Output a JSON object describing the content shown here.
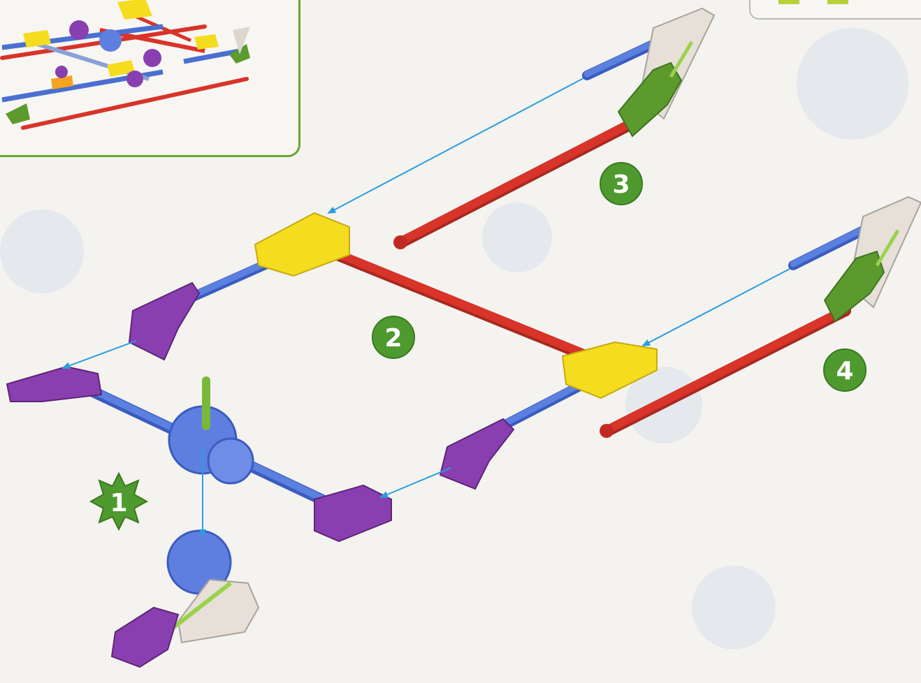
{
  "steps": [
    {
      "id": "step-1",
      "label": "1",
      "shape": "star"
    },
    {
      "id": "step-2",
      "label": "2",
      "shape": "circle"
    },
    {
      "id": "step-3",
      "label": "3",
      "shape": "circle"
    },
    {
      "id": "step-4",
      "label": "4",
      "shape": "circle"
    }
  ],
  "colors": {
    "background": "#f4f3ef",
    "badge_green": "#4f9a2e",
    "rod_red": "#d8342a",
    "rod_blue": "#4a6fd0",
    "connector_yellow": "#f5dc1e",
    "connector_purple": "#8a3fb0",
    "connector_green": "#5c9a2e",
    "connector_lightblue": "#5f7fe0",
    "connector_clear": "#dcd6cf",
    "arrow": "#2a9ce0",
    "inset_border": "#6aa534"
  },
  "parts": [
    "red-rod",
    "blue-rod",
    "yellow-connector",
    "purple-connector",
    "green-connector",
    "blue-connector",
    "clear-connector",
    "green-rod"
  ]
}
